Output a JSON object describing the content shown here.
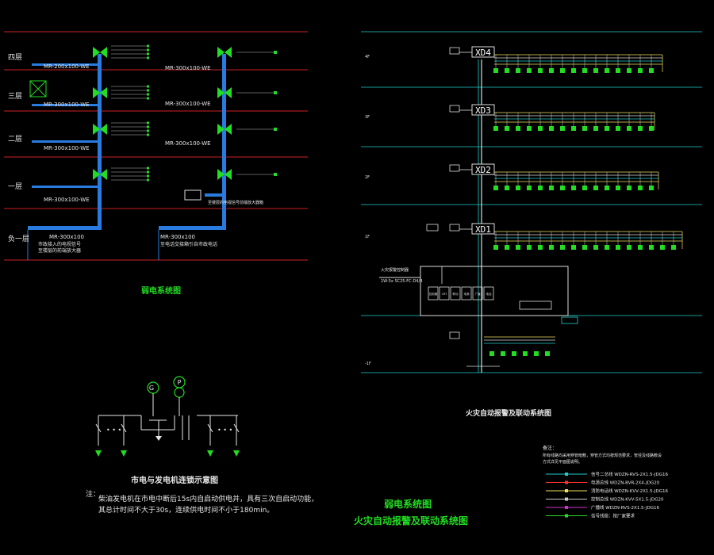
{
  "colors": {
    "background": "#000000",
    "floor_line": "#cc2222",
    "duct": "#2a7be0",
    "fan": "#22dd22",
    "bus": "#f0e060",
    "node": "#22dd22",
    "text": "#e6e6e6",
    "title": "#22dd22",
    "cyan": "#22cccc",
    "magenta": "#cc33cc"
  },
  "ventilation": {
    "title": "弱电系统图",
    "floors": [
      "四层",
      "三层",
      "二层",
      "一层",
      "负一层"
    ],
    "left_ducts": [
      "MR-200x100-WE",
      "MR-300x100-WE",
      "MR-300x100-WE",
      "MR-300x100-WE"
    ],
    "right_ducts": [
      "MR-300x100-WE",
      "MR-300x100-WE",
      "MR-300x100-WE"
    ],
    "basement_left": [
      "MR-300x100",
      "市政接入的电视信号",
      "至楼层的前端放大器"
    ],
    "basement_right": [
      "MR-300x100",
      "至电话交接箱引自市政电话"
    ],
    "side_note": "至楼层的电视信号前端放大器箱"
  },
  "generator": {
    "title": "市电与发电机连锁示意图",
    "labels": [
      "G",
      "P"
    ],
    "note_label": "注：",
    "note_lines": [
      "柴油发电机在市电中断后15s内自启动供电并，具有三次自启动功能，",
      "其总计时间不大于30s，连续供电时间不小于180min。"
    ]
  },
  "fire_alarm": {
    "title": "火灾自动报警及联动系统图",
    "panels": [
      "XD4",
      "XD3",
      "XD2",
      "XD1"
    ],
    "floor_marks": [
      "4F",
      "3F",
      "2F",
      "1F",
      "-1F"
    ],
    "controller": {
      "rows": [
        "控制器",
        "CRT",
        "联动",
        "电源",
        "广播",
        "电话"
      ],
      "left_label": "火灾报警控制器",
      "bus_label": "1W-5x SC25-FC-D4/B"
    },
    "legend_note_label": "备注：",
    "legend_note_lines": [
      "所有线路均采用穿管暗敷，穿管方式均按规范要求，管径及线路敷设",
      "方式详见平面图说明。"
    ],
    "legend": [
      {
        "label": "信号二总线 WDZN-RVS-2X1.5-JDG16",
        "color": "#22cccc"
      },
      {
        "label": "电源总线 WDZN-BVR-2X4-JDG20",
        "color": "#ff3333"
      },
      {
        "label": "消防电话线 WDZN-KVV-2X1.5-JDG16",
        "color": "#f0e060"
      },
      {
        "label": "控制总线 WDZN-KVV-5X1.5-JDG20",
        "color": "#cccccc"
      },
      {
        "label": "广播线 WDZN-RVS-2X1.5-JDG16",
        "color": "#cc33cc"
      },
      {
        "label": "信号线缆：按厂家要求",
        "color": "#22dd22"
      }
    ]
  },
  "bottom_titles": [
    "弱电系统图",
    "火灾自动报警及联动系统图"
  ]
}
